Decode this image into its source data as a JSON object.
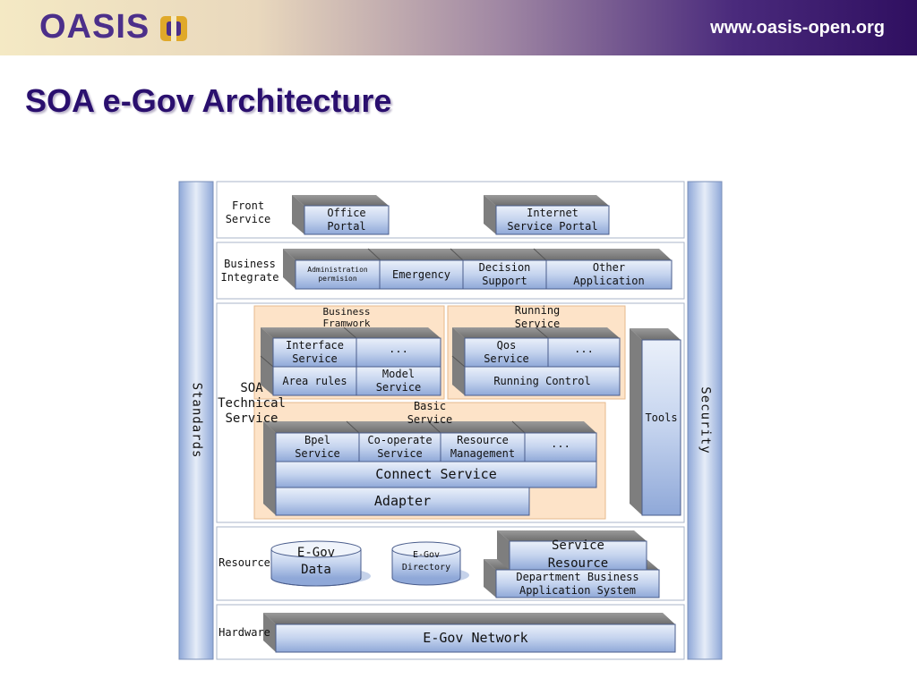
{
  "header": {
    "logo_text": "OASIS",
    "url": "www.oasis-open.org"
  },
  "title": "SOA e-Gov Architecture",
  "diagram": {
    "standards": "Standards",
    "security": "Security",
    "front_service": {
      "label": "Front\nService",
      "office_portal": "Office\nPortal",
      "internet_portal": "Internet\nService Portal"
    },
    "business_integrate": {
      "label": "Business\nIntegrate",
      "admin": "Administration\npermision",
      "emergency": "Emergency",
      "decision": "Decision\nSupport",
      "other": "Other\nApplication"
    },
    "soa": {
      "label": "SOA\nTechnical\nService",
      "business_framework": {
        "label": "Business\nFramwork",
        "interface": "Interface\nService",
        "dots": "...",
        "area_rules": "Area rules",
        "model": "Model\nService"
      },
      "running_service": {
        "label": "Running\nService",
        "qos": "Qos\nService",
        "dots": "...",
        "running_control": "Running Control"
      },
      "tools": "Tools",
      "basic_service": {
        "label": "Basic\nService",
        "bpel": "Bpel\nService",
        "cooperate": "Co-operate\nService",
        "resource_mgmt": "Resource\nManagement",
        "dots": "...",
        "connect": "Connect Service",
        "adapter": "Adapter"
      }
    },
    "resource": {
      "label": "Resource",
      "egov_data": "E-Gov\nData",
      "egov_directory": "E-Gov\nDirectory",
      "service_resource": "Service\nResource",
      "dept_business": "Department Business\nApplication System"
    },
    "hardware": {
      "label": "Hardware",
      "network": "E-Gov Network"
    }
  }
}
